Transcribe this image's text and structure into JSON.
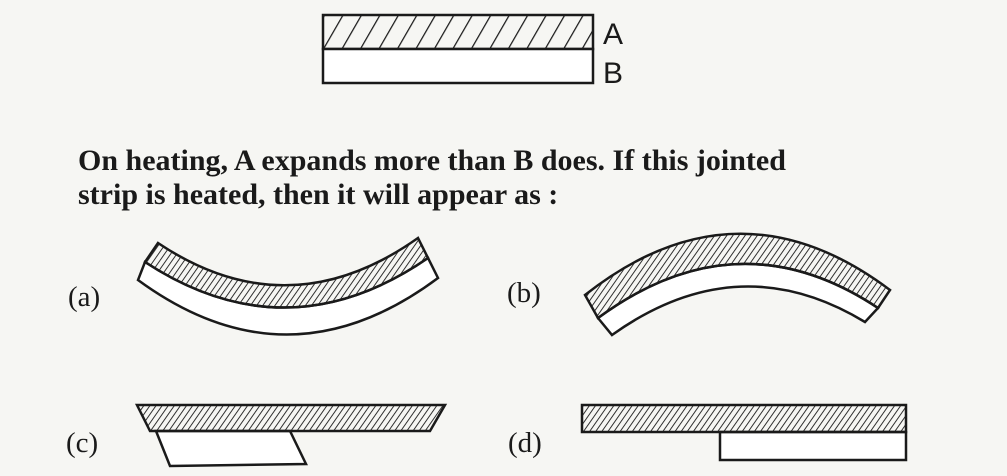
{
  "figure": {
    "label_a": "A",
    "label_b": "B"
  },
  "question": {
    "line1": "On heating, A expands more than B does. If this jointed",
    "line2": "strip is heated, then it will appear as :"
  },
  "options": [
    {
      "label": "(a)"
    },
    {
      "label": "(b)"
    },
    {
      "label": "(c)"
    },
    {
      "label": "(d)"
    }
  ],
  "colors": {
    "ink": "#1a1a1a",
    "paper": "#f6f6f3"
  }
}
